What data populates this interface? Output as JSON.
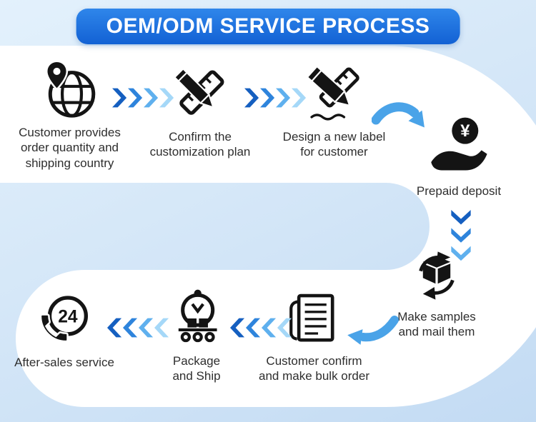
{
  "banner": {
    "title": "OEM/ODM SERVICE PROCESS"
  },
  "icons": {
    "currency_symbol": "¥",
    "phone_badge": "24"
  },
  "steps": [
    {
      "name": "customer-provides",
      "icon": "globe-pin-icon",
      "label": "Customer provides\norder quantity and\nshipping country"
    },
    {
      "name": "confirm-plan",
      "icon": "pencil-ruler-icon",
      "label": "Confirm the\ncustomization plan"
    },
    {
      "name": "design-label",
      "icon": "design-pencil-icon",
      "label": "Design a new label\nfor customer"
    },
    {
      "name": "prepaid-deposit",
      "icon": "hand-coin-yen-icon",
      "label": "Prepaid deposit"
    },
    {
      "name": "make-samples",
      "icon": "sample-box-icon",
      "label": "Make samples\nand mail them"
    },
    {
      "name": "customer-confirm",
      "icon": "document-icon",
      "label": "Customer confirm\nand make bulk order"
    },
    {
      "name": "package-ship",
      "icon": "package-machine-icon",
      "label": "Package\nand Ship"
    },
    {
      "name": "after-sales",
      "icon": "phone-24-icon",
      "label": "After-sales service"
    }
  ],
  "colors": {
    "background_top": "#e3f1fc",
    "background_mid": "#d2e5f7",
    "background_bottom": "#c3dbf3",
    "band": "#ffffff",
    "banner_top": "#2f86ea",
    "banner_bottom": "#1261d4",
    "text": "#2e2e2e",
    "icon_black": "#141414",
    "chevron_1": "#155fc0",
    "chevron_2": "#2e84dc",
    "chevron_3": "#5fb0ee",
    "chevron_4": "#a5d8f8",
    "arrow_blue": "#4aa3e8"
  }
}
